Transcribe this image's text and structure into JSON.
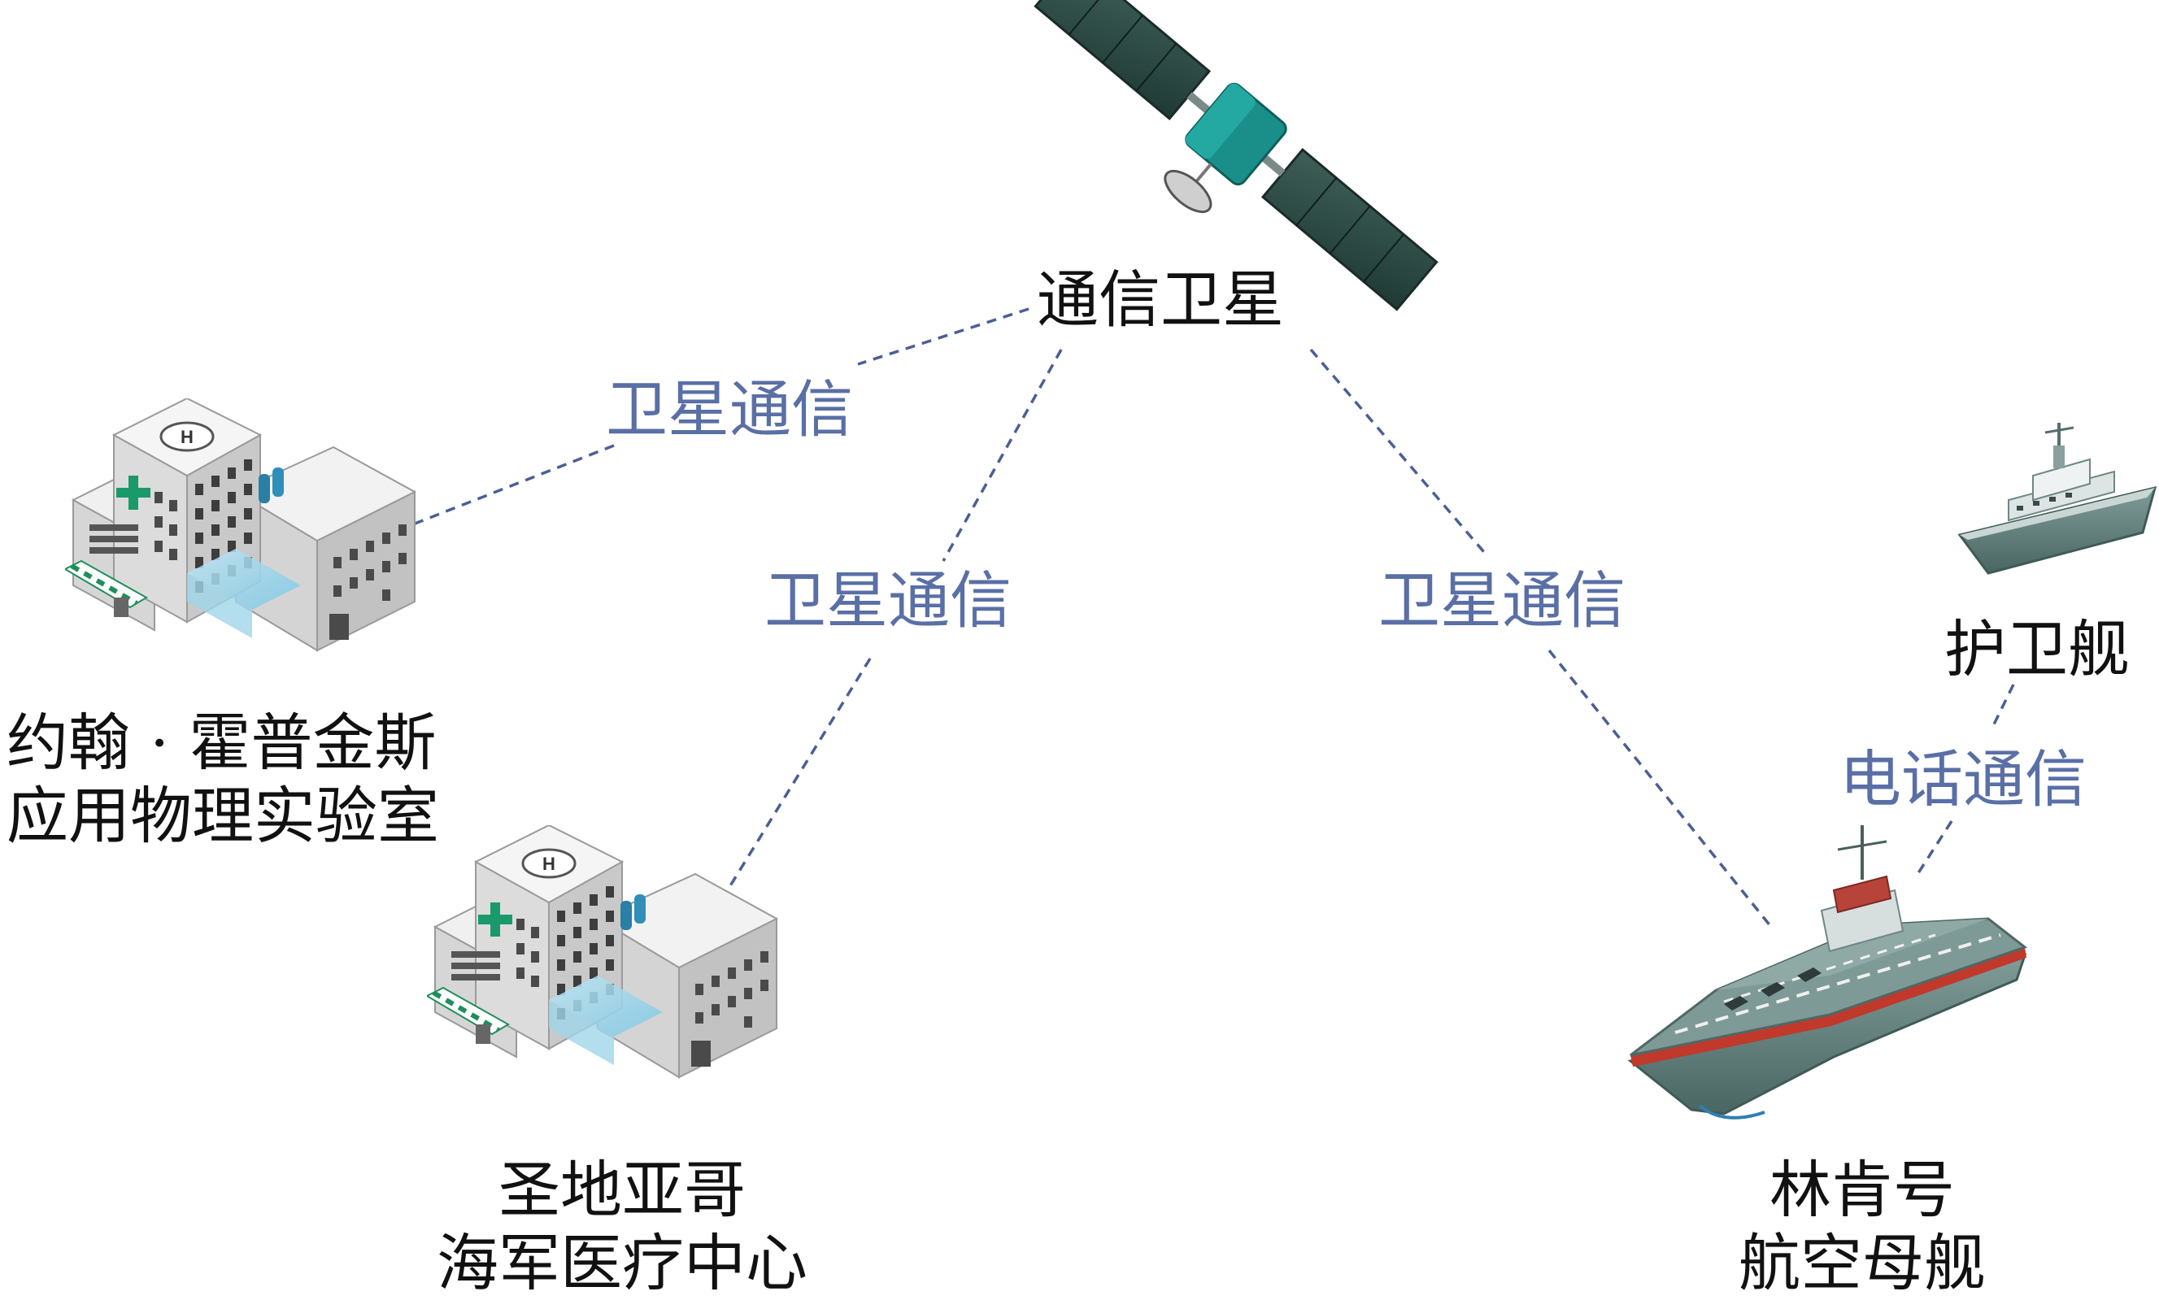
{
  "nodes": {
    "satellite": {
      "label": "通信卫星",
      "icon": "satellite-icon"
    },
    "lab": {
      "line1": "约翰 · 霍普金斯",
      "line2": "应用物理实验室",
      "icon": "hospital-building-icon"
    },
    "medical": {
      "line1": "圣地亚哥",
      "line2": "海军医疗中心",
      "icon": "hospital-building-icon"
    },
    "carrier": {
      "line1": "林肯号",
      "line2": "航空母舰",
      "icon": "aircraft-carrier-icon"
    },
    "frigate": {
      "label": "护卫舰",
      "icon": "frigate-ship-icon"
    }
  },
  "links": {
    "sat_lab": "卫星通信",
    "sat_medical": "卫星通信",
    "sat_carrier": "卫星通信",
    "carrier_frigate": "电话通信"
  },
  "colors": {
    "link_text": "#5a6fa6",
    "link_line": "#4a5f95",
    "node_text": "#111111",
    "satellite_body": "#1a8f8a",
    "solar_panel": "#2f4f4a",
    "building": "#e6e6e6",
    "cross": "#1a9a6a",
    "ship_hull": "#5f7f7c",
    "ship_deck": "#7e9a96",
    "hull_stripe": "#c0392b"
  }
}
